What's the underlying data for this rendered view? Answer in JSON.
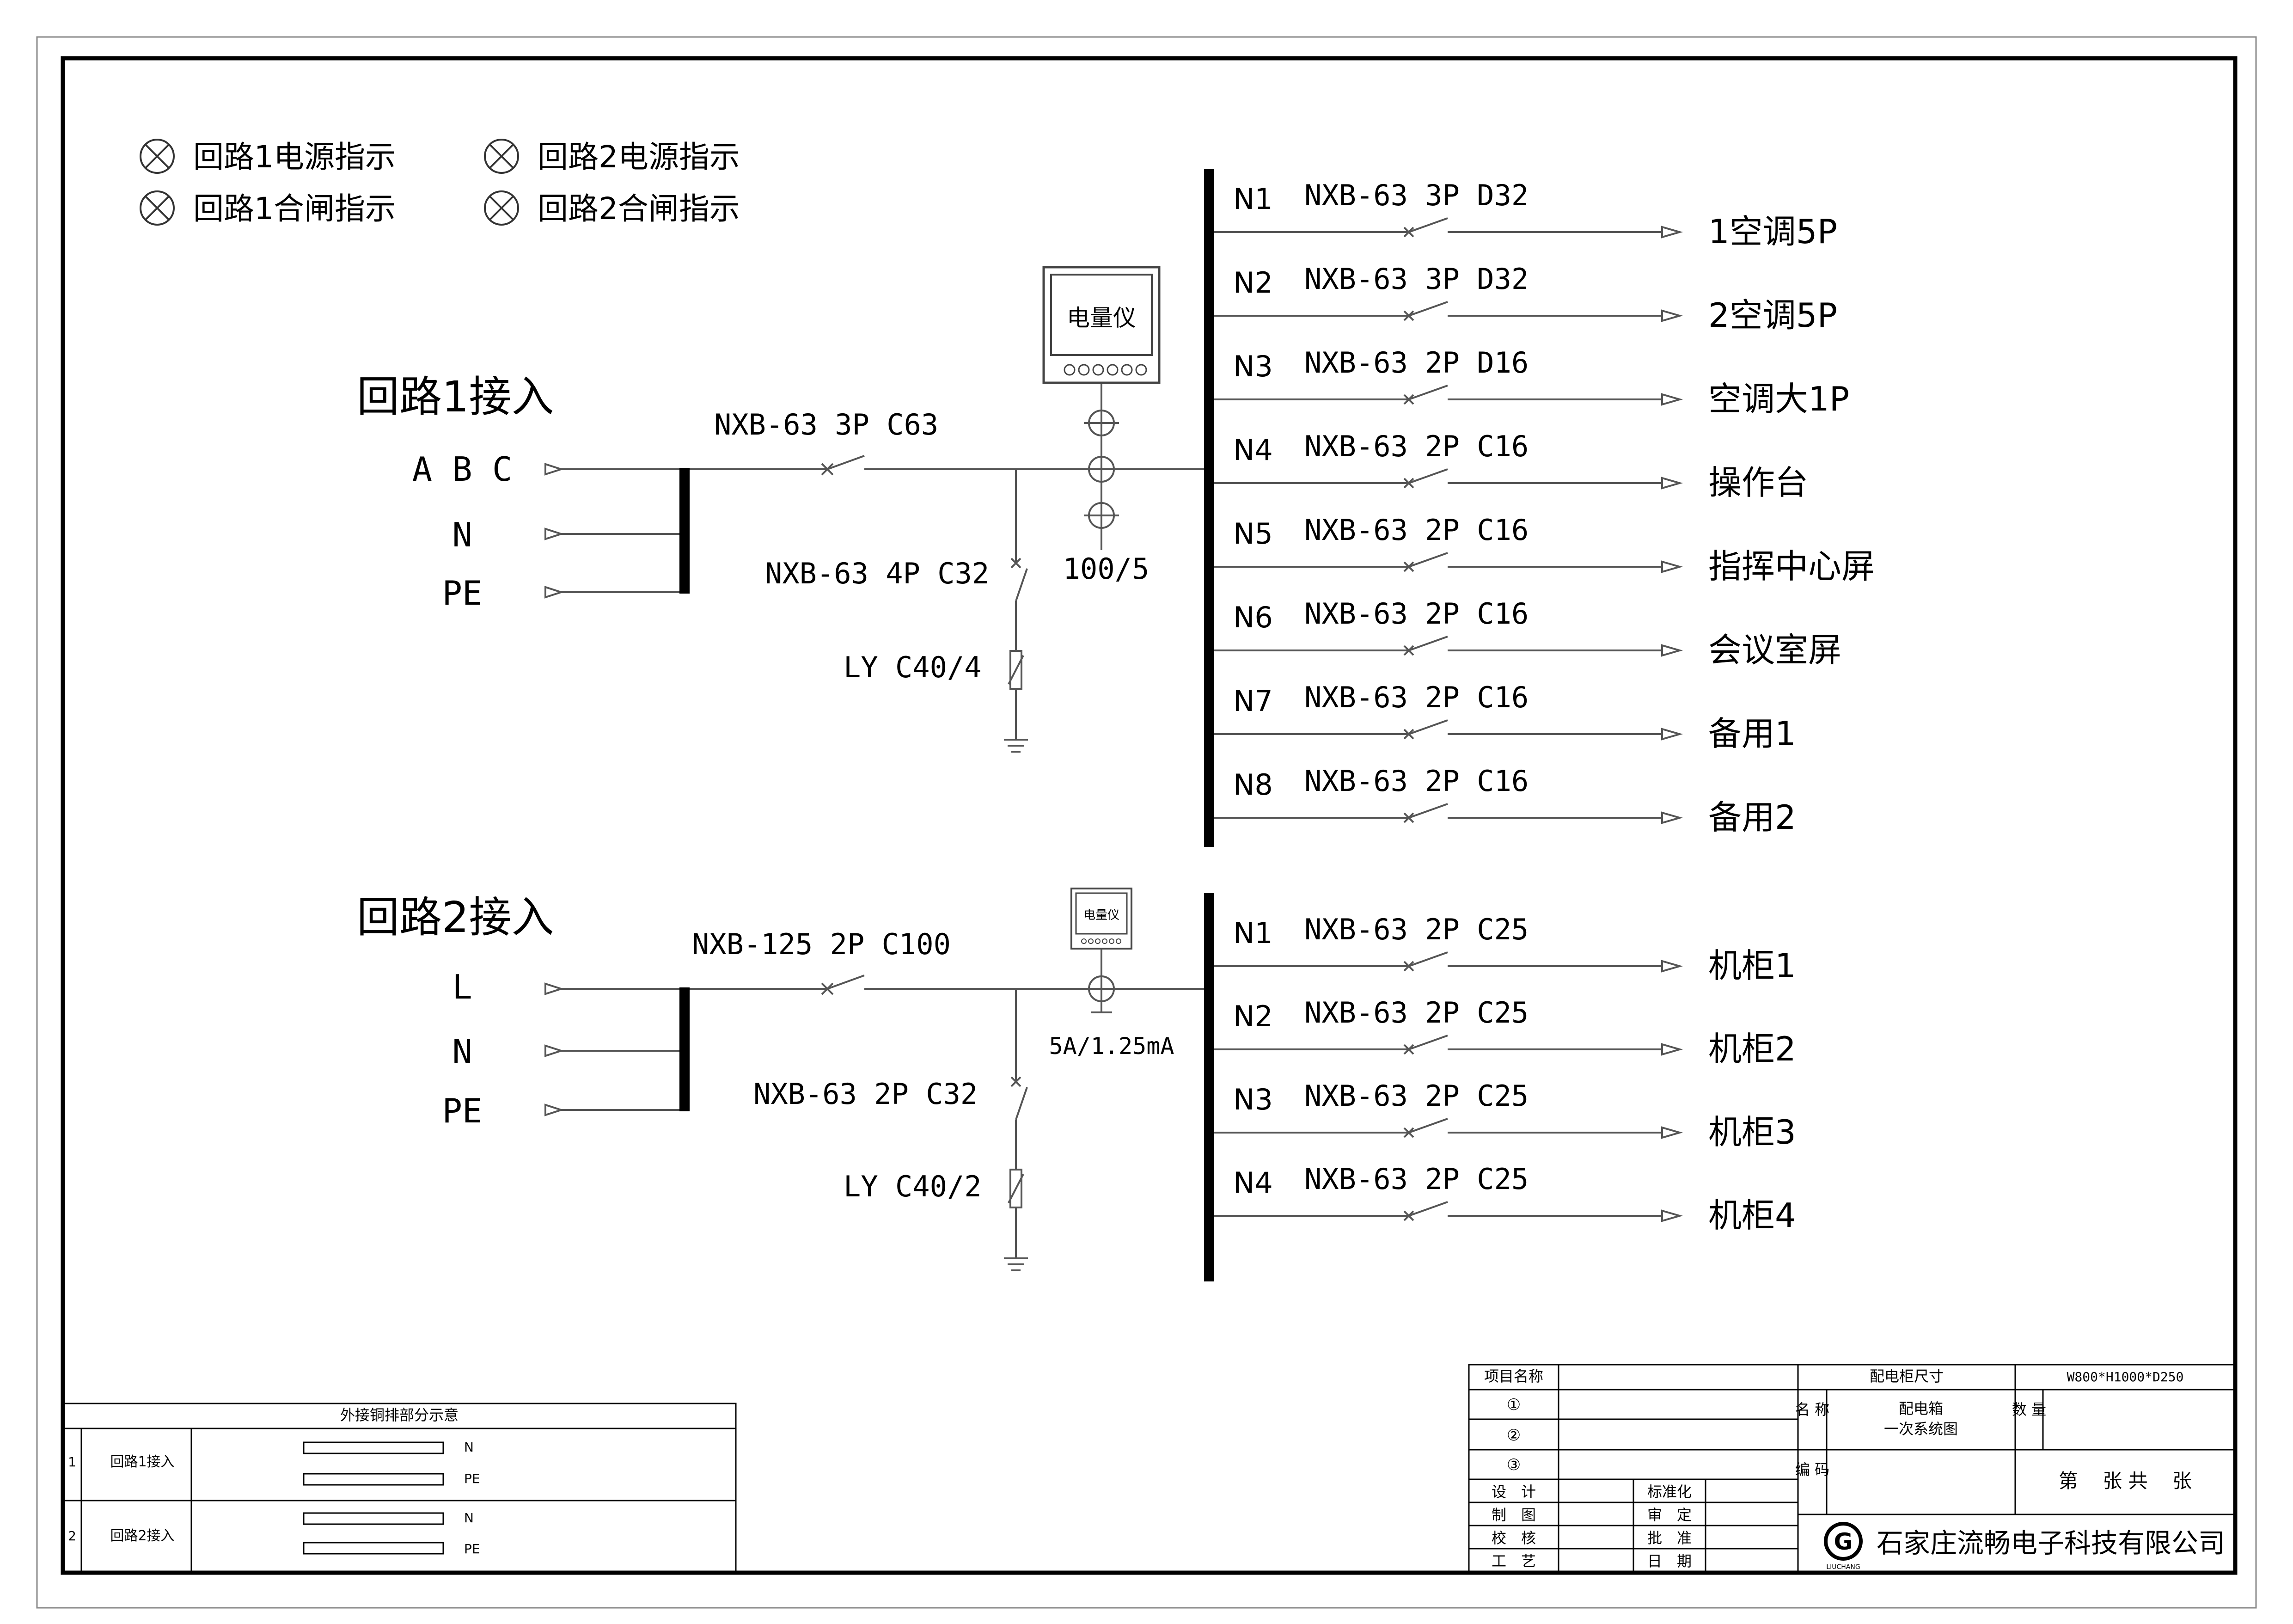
{
  "legend": {
    "items": [
      {
        "label": "回路1电源指示"
      },
      {
        "label": "回路2电源指示"
      },
      {
        "label": "回路1合闸指示"
      },
      {
        "label": "回路2合闸指示"
      }
    ]
  },
  "circuit1": {
    "title": "回路1接入",
    "inputs": [
      "A B C",
      "N",
      "PE"
    ],
    "main_breaker": "NXB-63 3P C63",
    "surge_breaker": "NXB-63 4P C32",
    "arrester": "LY C40/4",
    "meter": "电量仪",
    "ct_ratio": "100/5",
    "outputs": [
      {
        "id": "N1",
        "breaker": "NXB-63 3P D32",
        "load": "1空调5P"
      },
      {
        "id": "N2",
        "breaker": "NXB-63 3P D32",
        "load": "2空调5P"
      },
      {
        "id": "N3",
        "breaker": "NXB-63 2P D16",
        "load": "空调大1P"
      },
      {
        "id": "N4",
        "breaker": "NXB-63 2P C16",
        "load": "操作台"
      },
      {
        "id": "N5",
        "breaker": "NXB-63 2P C16",
        "load": "指挥中心屏"
      },
      {
        "id": "N6",
        "breaker": "NXB-63 2P C16",
        "load": "会议室屏"
      },
      {
        "id": "N7",
        "breaker": "NXB-63 2P C16",
        "load": "备用1"
      },
      {
        "id": "N8",
        "breaker": "NXB-63 2P C16",
        "load": "备用2"
      }
    ]
  },
  "circuit2": {
    "title": "回路2接入",
    "inputs": [
      "L",
      "N",
      "PE"
    ],
    "main_breaker": "NXB-125 2P C100",
    "surge_breaker": "NXB-63 2P C32",
    "arrester": "LY C40/2",
    "meter": "电量仪",
    "ct_ratio": "5A/1.25mA",
    "outputs": [
      {
        "id": "N1",
        "breaker": "NXB-63 2P C25",
        "load": "机柜1"
      },
      {
        "id": "N2",
        "breaker": "NXB-63 2P C25",
        "load": "机柜2"
      },
      {
        "id": "N3",
        "breaker": "NXB-63 2P C25",
        "load": "机柜3"
      },
      {
        "id": "N4",
        "breaker": "NXB-63 2P C25",
        "load": "机柜4"
      }
    ]
  },
  "busbar_table": {
    "title": "外接铜排部分示意",
    "rows": [
      {
        "no": "1",
        "name": "回路1接入",
        "bars": [
          "N",
          "PE"
        ]
      },
      {
        "no": "2",
        "name": "回路2接入",
        "bars": [
          "N",
          "PE"
        ]
      }
    ]
  },
  "title_block": {
    "project_label": "项目名称",
    "size_label": "配电柜尺寸",
    "size_value": "W800*H1000*D250",
    "revisions": [
      "①",
      "②",
      "③"
    ],
    "name_label": "名\n称",
    "name_value_1": "配电箱",
    "name_value_2": "一次系统图",
    "qty_label": "数\n量",
    "code_label": "编\n码",
    "sheet_text": "第    张 共    张",
    "roles_left": [
      "设　计",
      "制　图",
      "校　核",
      "工　艺"
    ],
    "roles_right": [
      "标准化",
      "审　定",
      "批　准",
      "日　期"
    ],
    "logo_letter": "G",
    "logo_sub": "LIUCHANG",
    "company": "石家庄流畅电子科技有限公司"
  }
}
